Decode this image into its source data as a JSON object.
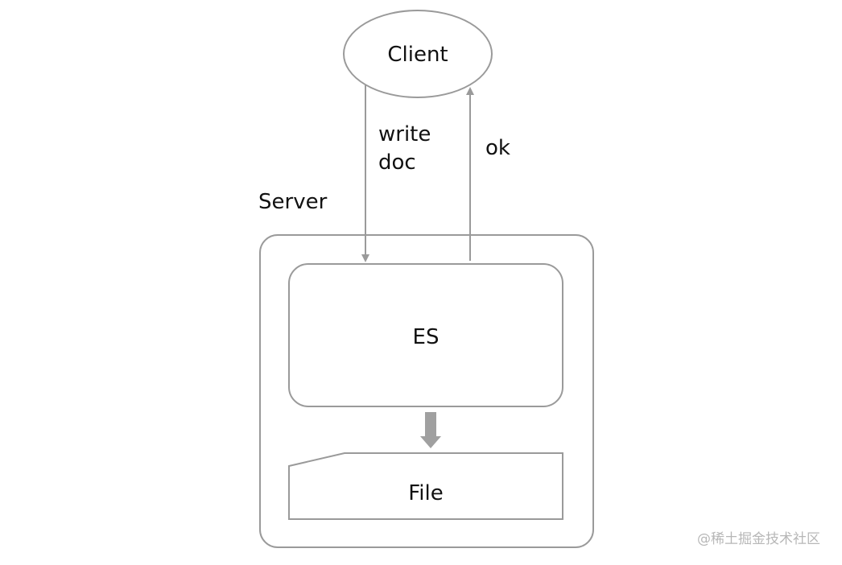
{
  "nodes": {
    "client": "Client",
    "server": "Server",
    "es": "ES",
    "file": "File"
  },
  "edges": {
    "write_line1": "write",
    "write_line2": "doc",
    "ok": "ok"
  },
  "watermark": "@稀土掘金技术社区",
  "colors": {
    "stroke": "#9a9a9a",
    "text": "#111111",
    "flow_arrow": "#a0a0a0",
    "watermark": "#b7b7b7"
  }
}
